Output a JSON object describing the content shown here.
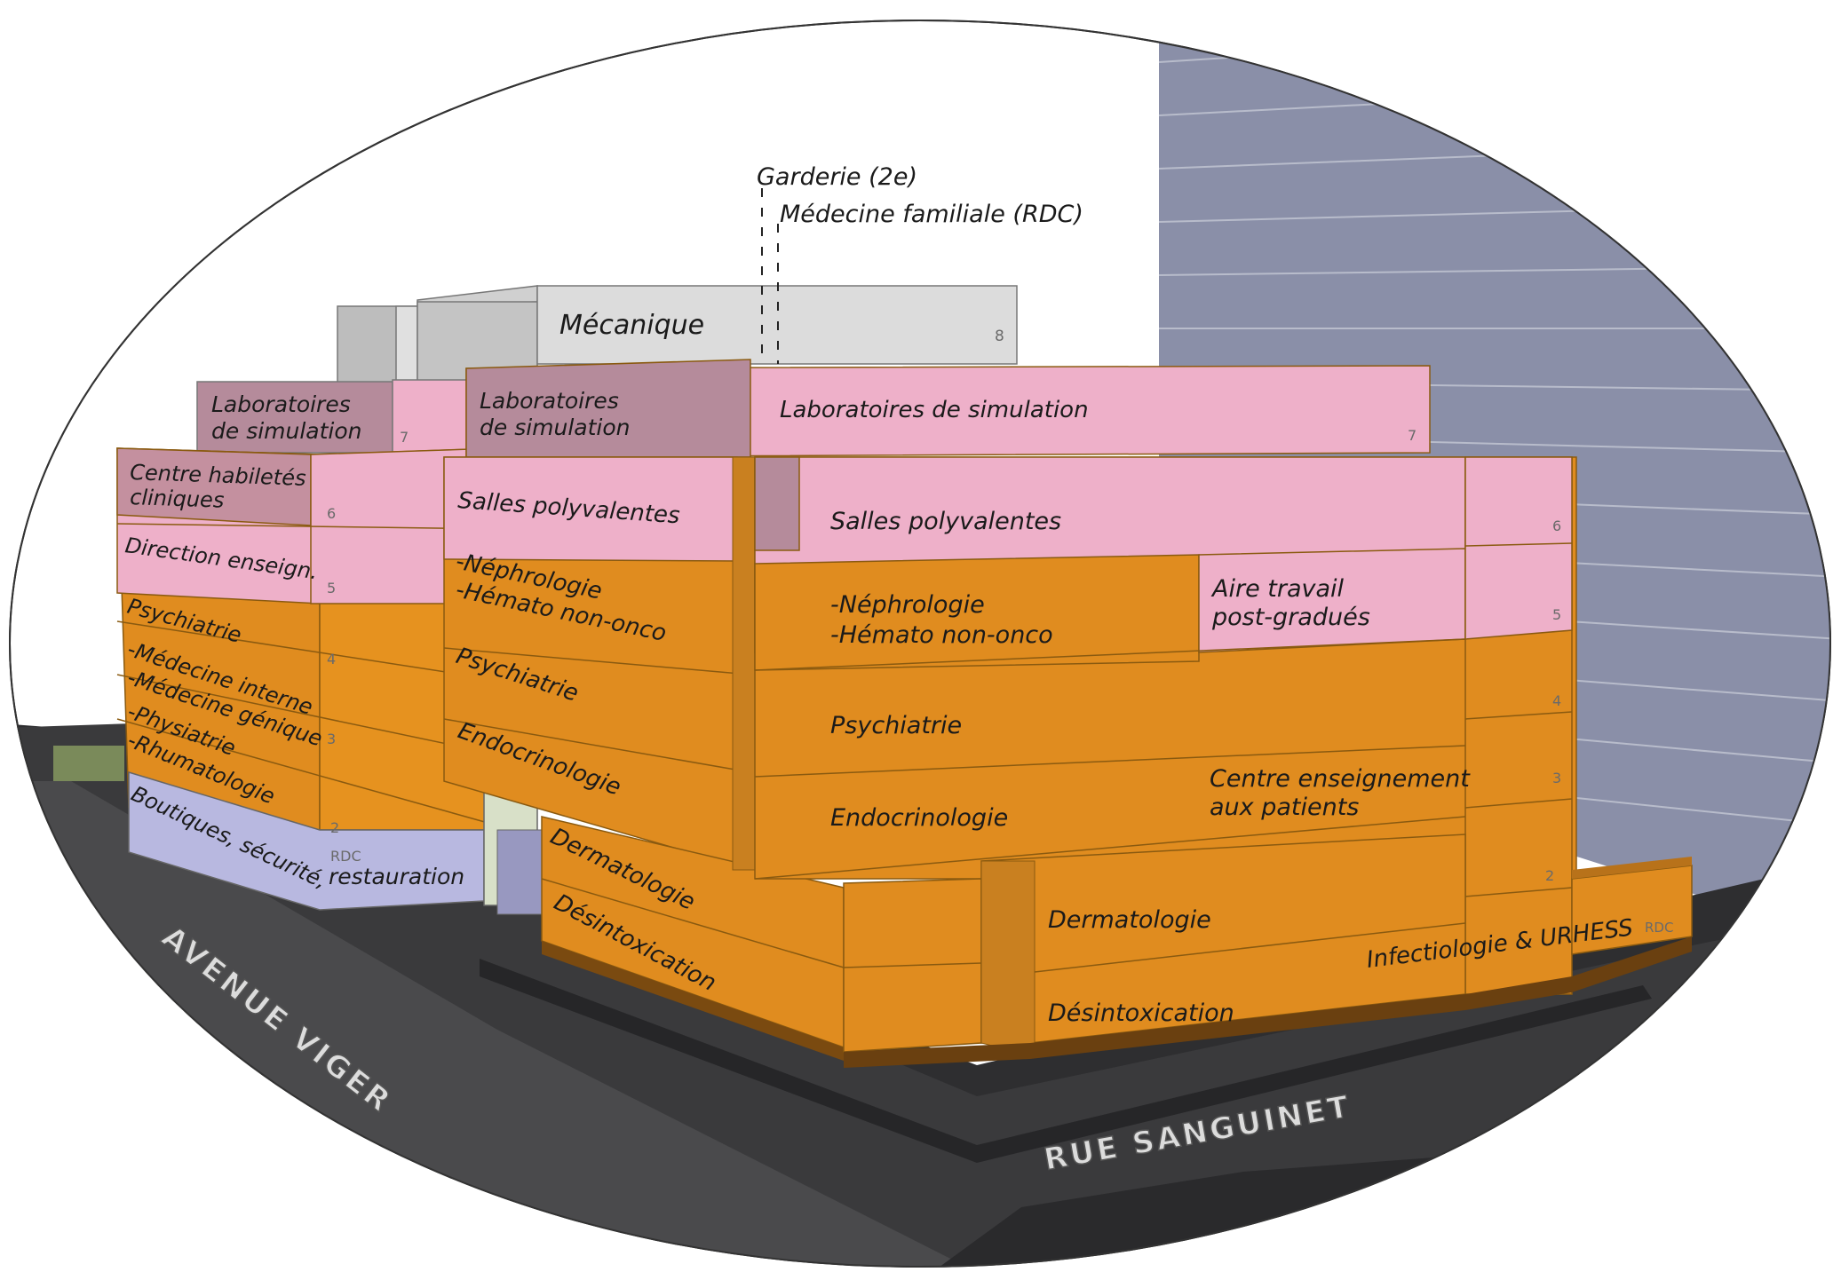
{
  "colors": {
    "orange": "#e08c1f",
    "orange_dark": "#b8721a",
    "pink": "#eeb0c9",
    "pink_dark": "#c4909f",
    "mauve": "#b58b9b",
    "lavender": "#b8b8e0",
    "grey_light": "#dcdcdc",
    "grey_mid": "#bdbdbd",
    "slate": "#8a8fa8",
    "road": "#333333"
  },
  "callouts": {
    "garderie": "Garderie (2e)",
    "medecine_familiale": "Médecine familiale (RDC)"
  },
  "blocks": {
    "mecanique": "Mécanique",
    "floor8": "8",
    "lab_left_1": "Laboratoires",
    "lab_left_2": "de simulation",
    "lab_mid_1": "Laboratoires",
    "lab_mid_2": "de simulation",
    "lab_right": "Laboratoires de simulation",
    "floor7a": "7",
    "floor7b": "7",
    "centre_1": "Centre habiletés",
    "centre_2": "cliniques",
    "direction": "Direction enseign.",
    "psychiatrie_left": "Psychiatrie",
    "medecine_interne": "-Médecine interne",
    "medecine_genique": "-Médecine génique",
    "physiatrie": "-Physiatrie",
    "rhumatologie": "-Rhumatologie",
    "boutiques": "Boutiques, sécurité,",
    "rdc_left": "RDC",
    "restauration": "restauration",
    "salles_mid": "Salles polyvalentes",
    "nephro_mid_1": "-Néphrologie",
    "nephro_mid_2": "-Hémato non-onco",
    "psy_mid": "Psychiatrie",
    "endo_mid": "Endocrinologie",
    "derma_mid": "Dermatologie",
    "desintox_mid": "Désintoxication",
    "salles_right": "Salles polyvalentes",
    "nephro_right_1": "-Néphrologie",
    "nephro_right_2": "-Hémato non-onco",
    "aire_1": "Aire travail",
    "aire_2": "post-gradués",
    "psy_right": "Psychiatrie",
    "endo_right": "Endocrinologie",
    "centre_ens_1": "Centre enseignement",
    "centre_ens_2": "aux patients",
    "derma_right": "Dermatologie",
    "desintox_right": "Désintoxication",
    "infectio": "Infectiologie & URHESS",
    "rdc_right": "RDC",
    "f6a": "6",
    "f5a": "5",
    "f4a": "4",
    "f3a": "3",
    "f2a": "2",
    "f6b": "6",
    "f5b": "5",
    "f4b": "4",
    "f3b": "3",
    "f2b": "2"
  },
  "streets": {
    "avenue": "AVENUE VIGER",
    "rue": "RUE SANGUINET"
  }
}
